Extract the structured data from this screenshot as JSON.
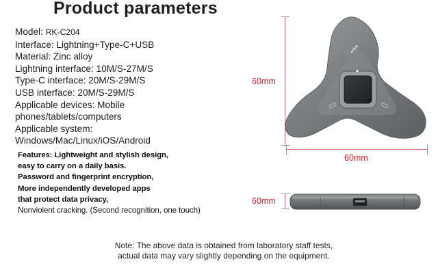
{
  "title": "Product parameters",
  "specs": [
    {
      "key": "Model: ",
      "value": "RK-C204"
    },
    {
      "key": "Interface: ",
      "value": "Lightning+Type-C+USB"
    },
    {
      "key": "Material: ",
      "value": "Zinc alloy"
    },
    {
      "key": "Lightning interface: ",
      "value": "10M/S-27M/S"
    },
    {
      "key": "Type-C interface: ",
      "value": "20M/S-29M/S"
    },
    {
      "key": "USB interface: ",
      "value": "20M/S-29M/S"
    },
    {
      "key": "Applicable devices: ",
      "value": "Mobile"
    },
    {
      "key": "",
      "value": "phones/tablets/computers"
    },
    {
      "key": "Applicable system:",
      "value": ""
    },
    {
      "key": "",
      "value": "Windows/Mac/Linux/iOS/Android"
    }
  ],
  "features": {
    "line1": "Features: Lightweight and stylish design,",
    "line2": "easy to carry on a daily basis.",
    "line3": "Password and fingerprint encryption,",
    "line4": "More independently developed apps",
    "line5": "that protect data privacy,",
    "line6": "Nonviolent cracking. (Second recognition, one touch)"
  },
  "dimensions": {
    "height_top": "60mm",
    "width": "60mm",
    "height_side": "60mm"
  },
  "note": {
    "line1": "Note: The above data is obtained from laboratory staff tests,",
    "line2": "actual data may vary slightly depending on the equipment."
  },
  "colors": {
    "dimension_text": "#d8232a",
    "device_body": "#7b7f7f",
    "device_sensor": "#2a2c2e"
  },
  "icons": [
    "usb-icon",
    "fingerprint-sensor",
    "led-indicator"
  ]
}
